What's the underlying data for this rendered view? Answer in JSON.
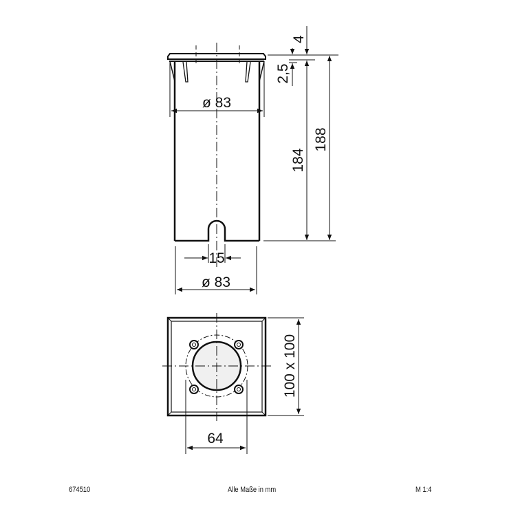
{
  "drawing": {
    "side_view": {
      "dimensions": {
        "top_diameter": "ø 83",
        "bottom_diameter": "ø 83",
        "notch_width": "15",
        "flange_height": "4",
        "gap_height": "2,5",
        "body_height": "184",
        "total_height": "188"
      }
    },
    "top_view": {
      "dimensions": {
        "square_size": "100 x 100",
        "hole_spacing": "64"
      }
    }
  },
  "footer": {
    "article_number": "674510",
    "units_note": "Alle Maße in mm",
    "scale": "M 1:4"
  },
  "colors": {
    "line": "#111111",
    "background": "#ffffff",
    "lens": "#f0f0f0"
  }
}
